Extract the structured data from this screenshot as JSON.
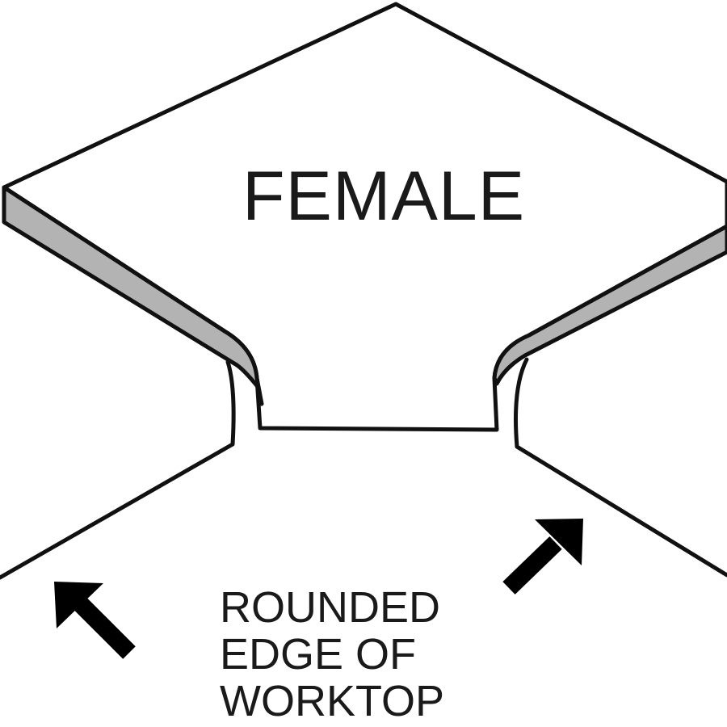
{
  "labels": {
    "female": "FEMALE",
    "rounded_edge_lines": [
      "ROUNDED",
      "EDGE OF",
      "WORKTOP"
    ]
  },
  "colors": {
    "stroke": "#111111",
    "edge_fill": "#b3b3b4",
    "background": "#ffffff",
    "arrow": "#000000"
  },
  "icons": {
    "left_arrow": "arrow-up-left-icon",
    "right_arrow": "arrow-up-right-icon"
  }
}
